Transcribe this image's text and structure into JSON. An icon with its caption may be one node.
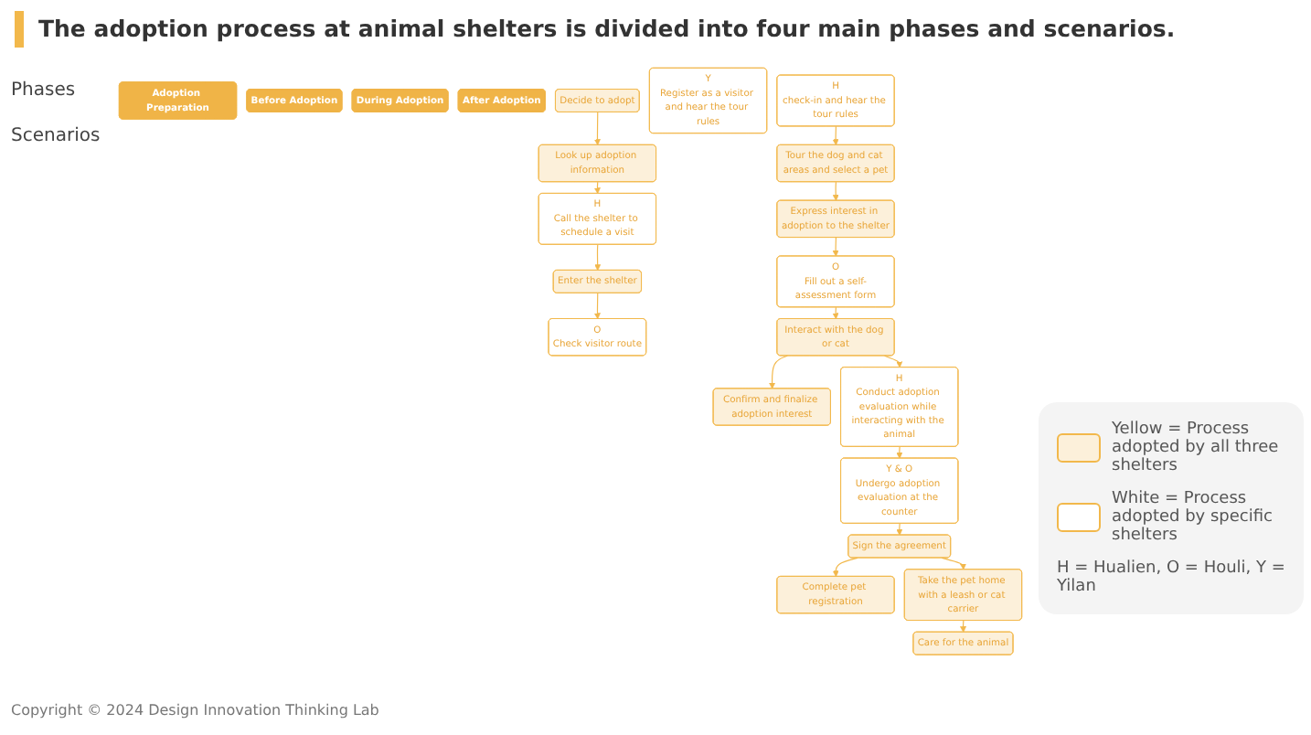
{
  "diagram": {
    "title": "The adoption process at animal shelters is divided into four main phases and scenarios.",
    "nodes": [
      {
        "text": [
          "Adoption Preparation"
        ]
      },
      {
        "text": [
          "Before Adoption"
        ]
      },
      {
        "text": [
          "During Adoption"
        ]
      },
      {
        "text": [
          "After Adoption"
        ]
      },
      {
        "text": [
          "Decide to adopt"
        ]
      },
      {
        "text": [
          "Look up adoption information"
        ]
      },
      {
        "text": [
          "H",
          "Call the shelter to schedule a visit"
        ]
      },
      {
        "text": [
          "Enter the shelter"
        ]
      },
      {
        "text": [
          "O",
          "Check visitor route"
        ]
      },
      {
        "text": [
          "Y",
          "Register as a visitor and hear the tour rules"
        ]
      },
      {
        "text": [
          "H",
          "check-in and hear the tour rules"
        ]
      },
      {
        "text": [
          "Tour the dog and cat areas and select a pet"
        ]
      },
      {
        "text": [
          "Express interest in adoption to the shelter"
        ]
      },
      {
        "text": [
          "O",
          "Fill out a self-assessment form"
        ]
      },
      {
        "text": [
          "Interact with the dog or cat"
        ]
      },
      {
        "text": [
          "Confirm and finalize adoption interest"
        ]
      },
      {
        "text": [
          "H",
          "Conduct adoption evaluation while interacting with the animal"
        ]
      },
      {
        "text": [
          "Y & O",
          "Undergo adoption evaluation at the counter"
        ]
      },
      {
        "text": [
          "Sign the agreement"
        ]
      },
      {
        "text": [
          "Complete pet registration"
        ]
      },
      {
        "text": [
          "Take the pet home with a leash or cat carrier"
        ]
      },
      {
        "text": [
          "Care for the animal"
        ]
      }
    ],
    "edges": [
      {
        "from": 4,
        "to": 5,
        "arrow": "to"
      },
      {
        "from": 5,
        "to": 6,
        "arrow": "to"
      },
      {
        "from": 6,
        "to": 7,
        "arrow": "to"
      },
      {
        "from": 7,
        "to": 8,
        "arrow": "to"
      },
      {
        "from": 10,
        "to": 11,
        "arrow": "to"
      },
      {
        "from": 11,
        "to": 12,
        "arrow": "to"
      },
      {
        "from": 12,
        "to": 13,
        "arrow": "to"
      },
      {
        "from": 13,
        "to": 14,
        "arrow": "to"
      },
      {
        "from": 14,
        "to": 15,
        "arrow": "to"
      },
      {
        "from": 14,
        "to": 16,
        "arrow": "to"
      },
      {
        "from": 16,
        "to": 17,
        "arrow": "to"
      },
      {
        "from": 17,
        "to": 18,
        "arrow": "to"
      },
      {
        "from": 18,
        "to": 19,
        "arrow": "to"
      },
      {
        "from": 18,
        "to": 20,
        "arrow": "to"
      },
      {
        "from": 20,
        "to": 21,
        "arrow": "to"
      }
    ],
    "labels": [
      "Phases",
      "Scenarios",
      "H = Hualien, O = Houli, Y = Yilan",
      "Copyright © 2024 Design Innovation Thinking Lab"
    ],
    "legend": [
      {
        "text": "Yellow = Process adopted by all three shelters",
        "color": "#fcf0da"
      },
      {
        "text": "White = Process adopted by specific shelters",
        "color": "#ffffff"
      }
    ]
  }
}
